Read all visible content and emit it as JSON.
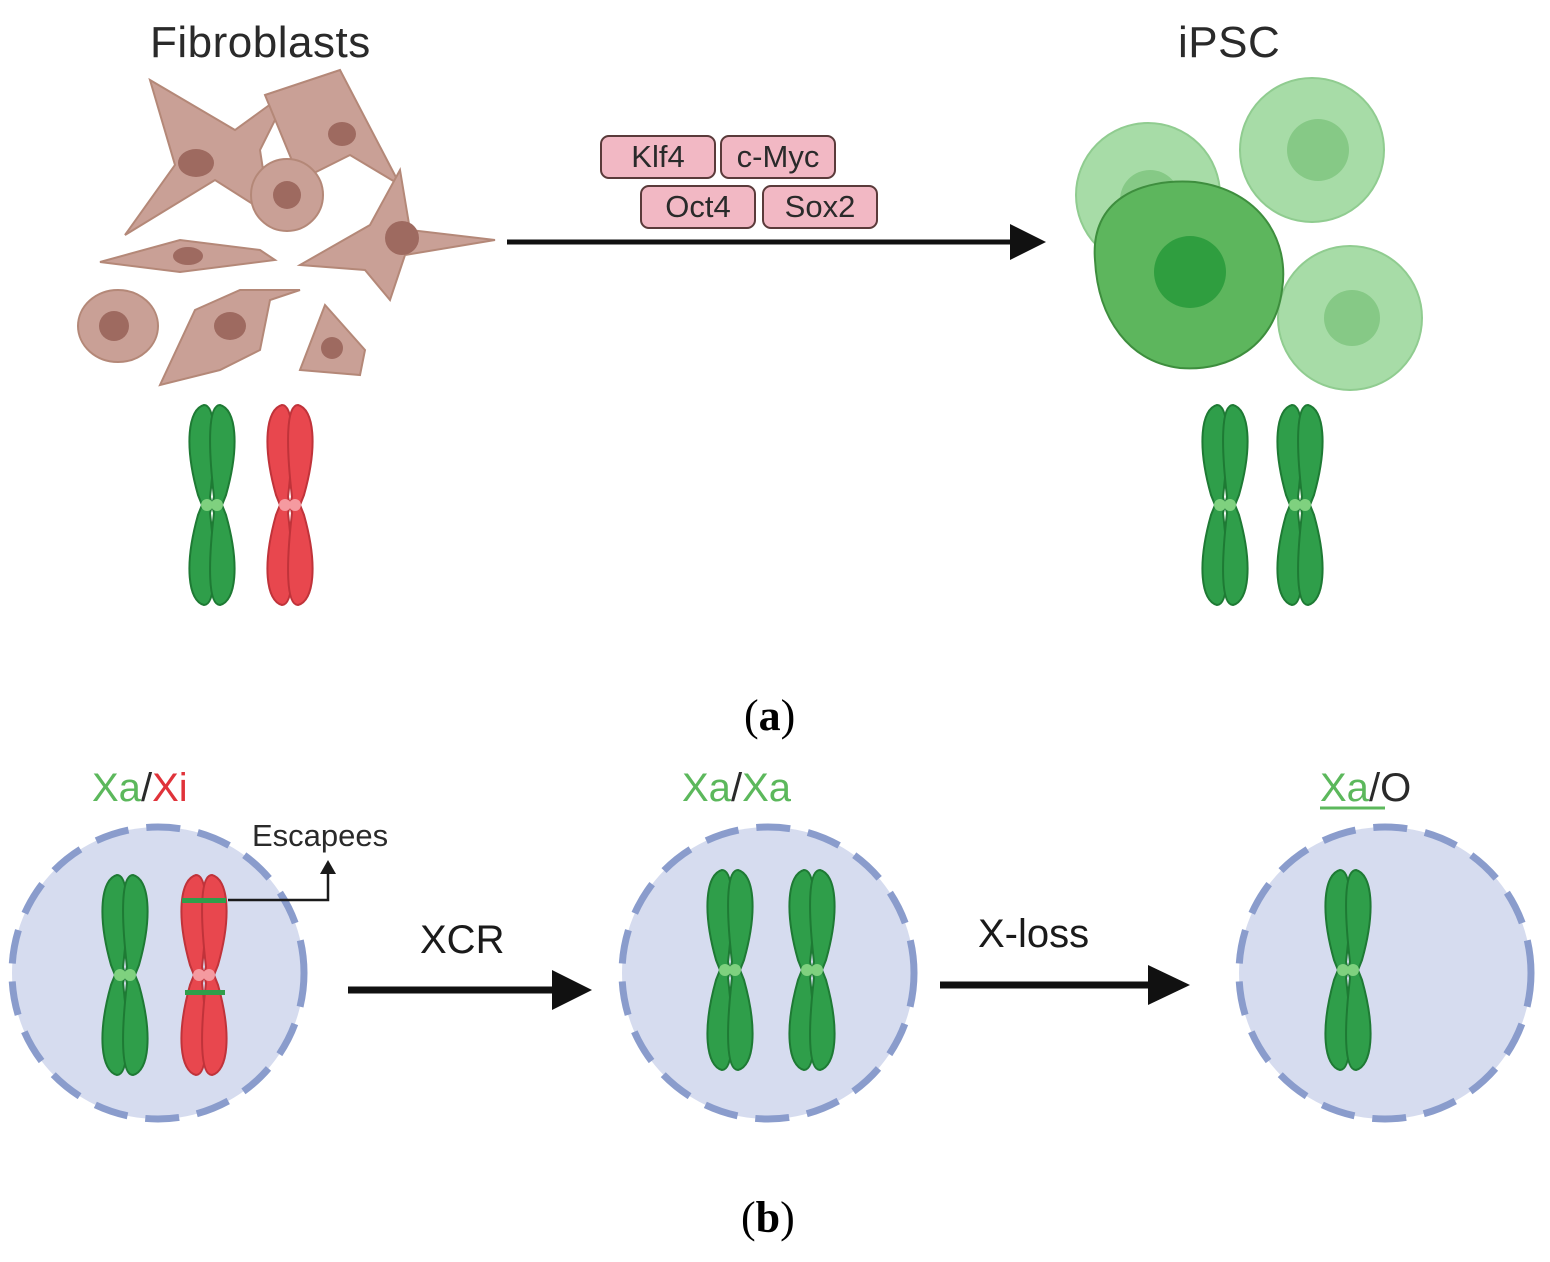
{
  "panel_a": {
    "left_title": "Fibroblasts",
    "right_title": "iPSC",
    "factors": [
      "Klf4",
      "c-Myc",
      "Oct4",
      "Sox2"
    ],
    "label_open": "(",
    "label_letter": "a",
    "label_close": ")"
  },
  "panel_b": {
    "state1": {
      "a": "Xa",
      "sep": "/",
      "b": "Xi"
    },
    "state2": {
      "a": "Xa",
      "sep": "/",
      "b": "Xa"
    },
    "state3": {
      "a": "Xa",
      "sep": "/",
      "b": "O"
    },
    "escapees": "Escapees",
    "step1": "XCR",
    "step2": "X-loss",
    "label_open": "(",
    "label_letter": "b",
    "label_close": ")"
  },
  "colors": {
    "active_x": "#2f9e4a",
    "inactive_x": "#e8474e",
    "fibroblast": "#c9a096",
    "ipsc_light": "#8fd18f",
    "ipsc_dark": "#3f9e4f",
    "nucleus_fill": "#d6dcef",
    "nucleus_border": "#8a9ccc"
  }
}
